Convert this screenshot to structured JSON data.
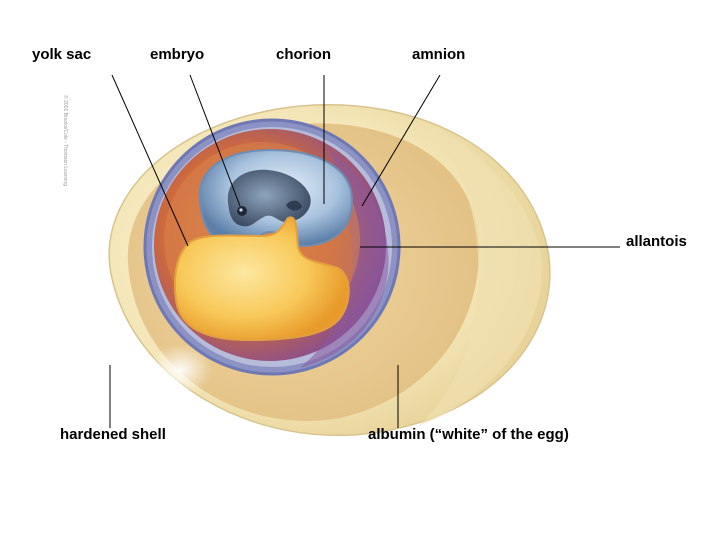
{
  "labels": {
    "yolk_sac": "yolk sac",
    "embryo": "embryo",
    "chorion": "chorion",
    "amnion": "amnion",
    "allantois": "allantois",
    "hardened_shell": "hardened shell",
    "albumin": "albumin (“white” of the egg)"
  },
  "credit": "© 2001 Brooks/Cole - Thomson Learning",
  "colors": {
    "shell": "#f3e4b4",
    "albumin": "#e9c98c",
    "chorion": "#8f95c9",
    "allantois": "#d8763c",
    "amnion": "#9fbcdc",
    "yolk": "#f7c451",
    "leader_line": "#000000"
  }
}
